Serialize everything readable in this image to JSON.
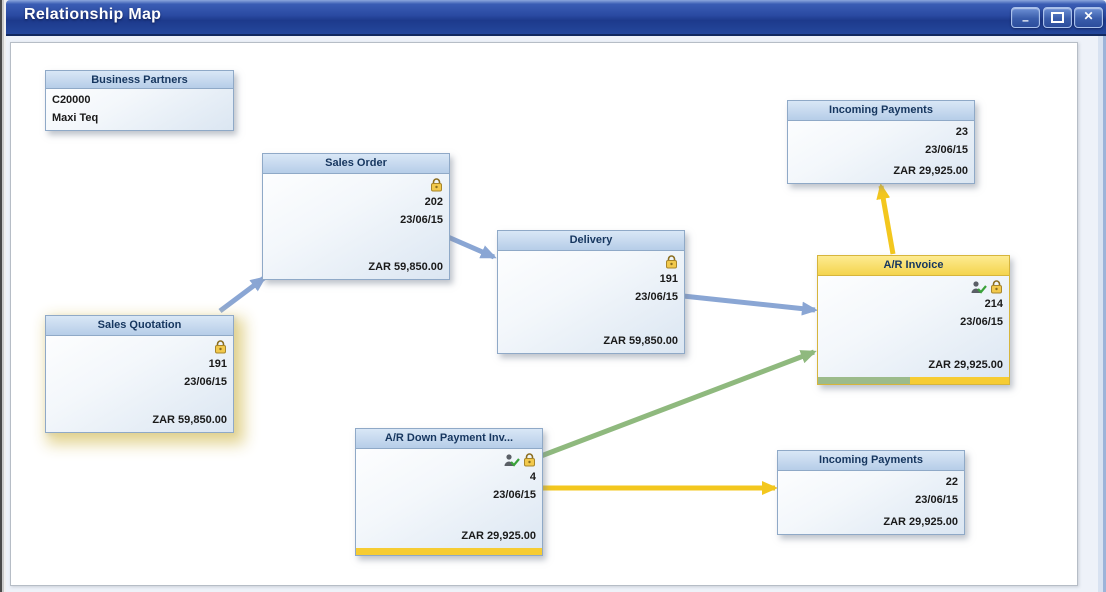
{
  "window": {
    "title": "Relationship Map",
    "controls": {
      "minimize_glyph": "–",
      "close_glyph": "✕"
    }
  },
  "nodes": {
    "business_partners": {
      "title": "Business Partners",
      "partners": [
        "C20000",
        "Maxi Teq"
      ]
    },
    "sales_quotation": {
      "title": "Sales Quotation",
      "doc_number": "191",
      "date": "23/06/15",
      "total": "ZAR 59,850.00",
      "icons": [
        "lock-icon"
      ],
      "selected": true
    },
    "sales_order": {
      "title": "Sales Order",
      "doc_number": "202",
      "date": "23/06/15",
      "total": "ZAR 59,850.00",
      "icons": [
        "lock-icon"
      ]
    },
    "delivery": {
      "title": "Delivery",
      "doc_number": "191",
      "date": "23/06/15",
      "total": "ZAR 59,850.00",
      "icons": [
        "lock-icon"
      ]
    },
    "ar_invoice": {
      "title": "A/R Invoice",
      "doc_number": "214",
      "date": "23/06/15",
      "total": "ZAR 29,925.00",
      "icons": [
        "approved-check-icon",
        "lock-icon"
      ],
      "status_segments": [
        {
          "color": "#9cbb8b",
          "width_pct": 48
        },
        {
          "color": "#f6cc33",
          "width_pct": 52
        }
      ]
    },
    "ar_down_payment_invoice": {
      "title": "A/R Down Payment Inv...",
      "doc_number": "4",
      "date": "23/06/15",
      "total": "ZAR 29,925.00",
      "icons": [
        "approved-check-icon",
        "lock-icon"
      ],
      "status_segments": [
        {
          "color": "#f6cc33",
          "width_pct": 100
        }
      ]
    },
    "incoming_payment_23": {
      "title": "Incoming Payments",
      "doc_number": "23",
      "date": "23/06/15",
      "total": "ZAR 29,925.00"
    },
    "incoming_payment_22": {
      "title": "Incoming Payments",
      "doc_number": "22",
      "date": "23/06/15",
      "total": "ZAR 29,925.00"
    }
  },
  "connections": [
    {
      "from": "sales_quotation",
      "to": "sales_order",
      "color": "#8aa6d4"
    },
    {
      "from": "sales_order",
      "to": "delivery",
      "color": "#8aa6d4"
    },
    {
      "from": "delivery",
      "to": "ar_invoice",
      "color": "#8aa6d4"
    },
    {
      "from": "ar_down_payment_invoice",
      "to": "ar_invoice",
      "color": "#8fb97e"
    },
    {
      "from": "ar_down_payment_invoice",
      "to": "incoming_payment_22",
      "color": "#f3c71e"
    },
    {
      "from": "ar_invoice",
      "to": "incoming_payment_23",
      "color": "#f3c71e"
    }
  ],
  "colors": {
    "titlebar_blue": "#24479c",
    "node_header_blue": "#c6d8ec",
    "highlight_header_yellow": "#f7dd6f",
    "arrow_blue": "#8aa6d4",
    "arrow_green": "#8fb97e",
    "arrow_yellow": "#f3c71e",
    "status_green": "#9cbb8b",
    "status_yellow": "#f6cc33",
    "selected_glow": "#e2d28c"
  }
}
